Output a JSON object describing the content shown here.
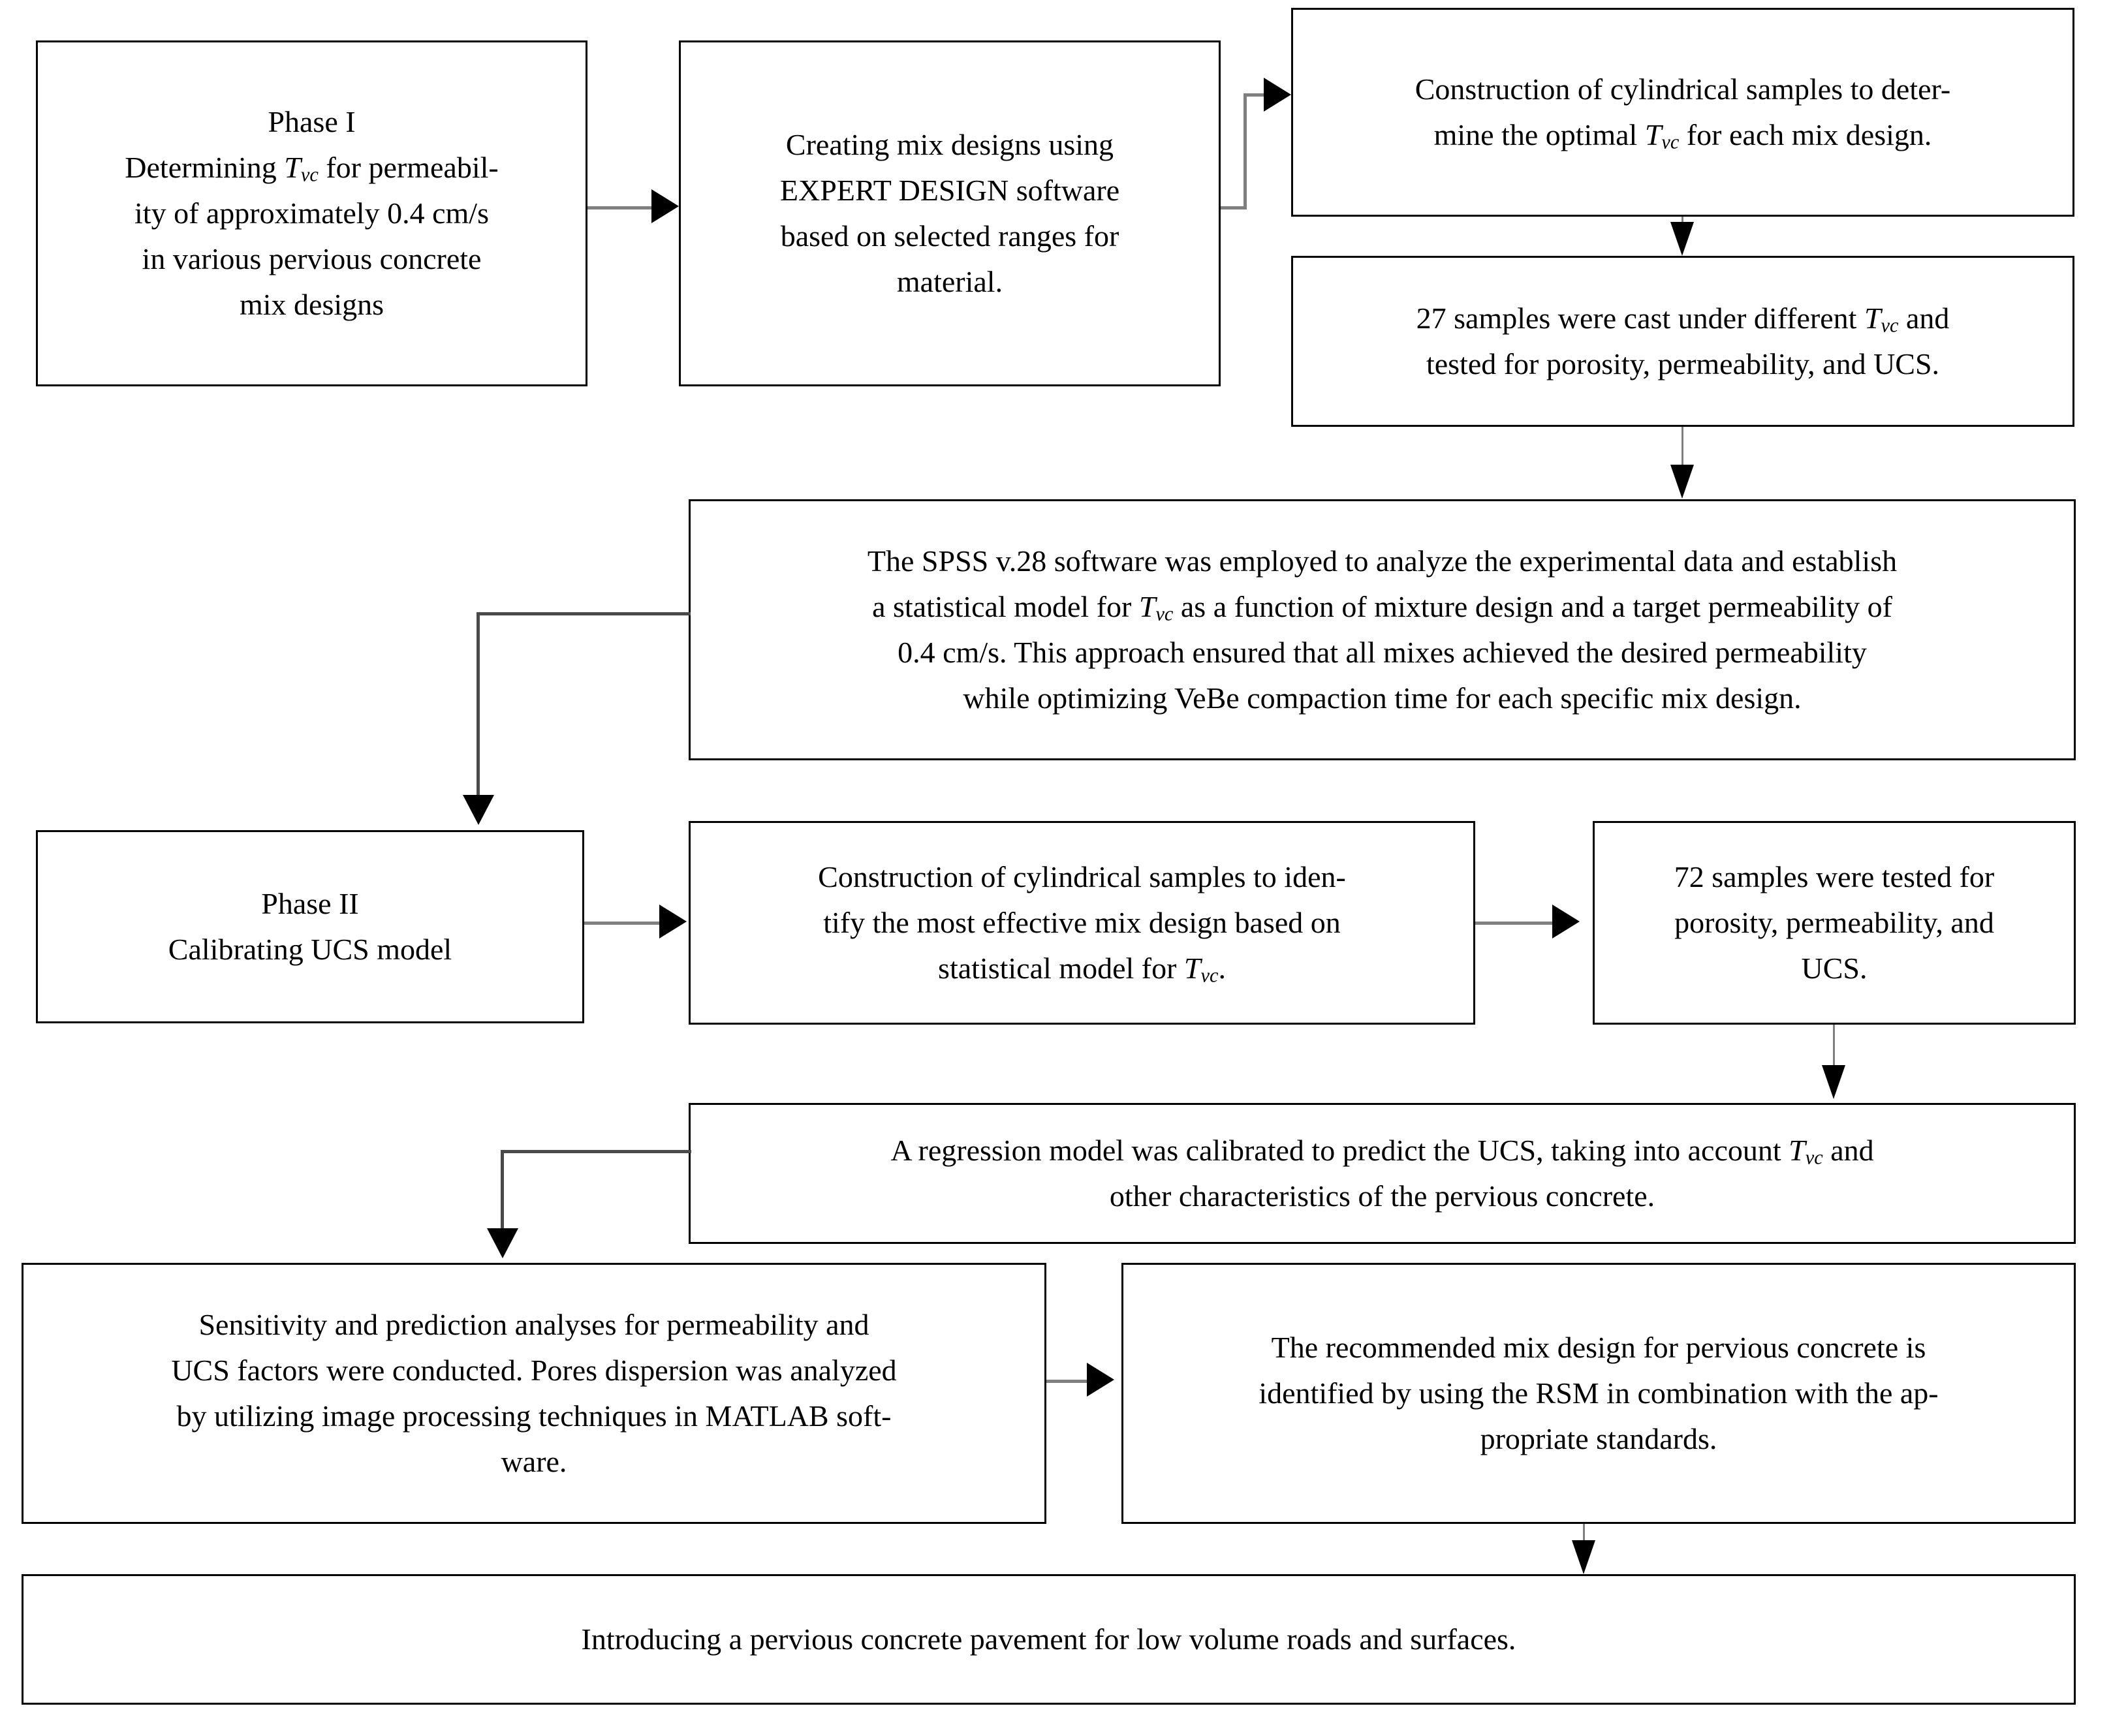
{
  "diagram": {
    "title": "Research methodology flowchart for pervious concrete mix design",
    "type": "flowchart",
    "orientation": "top-to-bottom",
    "symbol": {
      "tvc_base": "T",
      "tvc_subscript": "vc"
    },
    "colors": {
      "box_border": "#000000",
      "box_fill": "#ffffff",
      "connector_line": "#7f7f7f",
      "arrowhead": "#000000",
      "text": "#000000"
    },
    "nodes": [
      {
        "id": "phase1",
        "name": "phase-1-box",
        "lines": [
          {
            "text": "Phase I"
          },
          {
            "pre": "Determining ",
            "sym": true,
            "post": " for permeabil-"
          },
          {
            "text": "ity of approximately 0.4 cm/s"
          },
          {
            "text": "in various pervious concrete"
          },
          {
            "text": "mix designs"
          }
        ]
      },
      {
        "id": "mixdesign",
        "name": "create-mix-designs-box",
        "lines": [
          {
            "text": "Creating mix designs using"
          },
          {
            "text": "EXPERT DESIGN software"
          },
          {
            "text": "based on selected ranges for"
          },
          {
            "text": "material."
          }
        ]
      },
      {
        "id": "construct1",
        "name": "construct-cylindrical-samples-phase1-box",
        "lines": [
          {
            "text": "Construction of cylindrical samples to deter-"
          },
          {
            "pre": "mine the optimal ",
            "sym": true,
            "post": " for each mix design."
          }
        ]
      },
      {
        "id": "samples27",
        "name": "twentyseven-samples-box",
        "lines": [
          {
            "pre": "27 samples were cast under different ",
            "sym": true,
            "post": " and"
          },
          {
            "text": "tested for porosity, permeability, and UCS."
          }
        ]
      },
      {
        "id": "spss",
        "name": "spss-analysis-box",
        "lines": [
          {
            "text": "The SPSS v.28 software was employed to analyze the experimental data and establish"
          },
          {
            "pre": "a statistical model for ",
            "sym": true,
            "post": " as a function of mixture design and a target permeability of"
          },
          {
            "text": "0.4 cm/s. This approach ensured that all mixes achieved the desired permeability"
          },
          {
            "text": "while optimizing VeBe compaction time for each specific mix design."
          }
        ]
      },
      {
        "id": "phase2",
        "name": "phase-2-box",
        "lines": [
          {
            "text": "Phase II"
          },
          {
            "text": "Calibrating UCS model"
          }
        ]
      },
      {
        "id": "construct2",
        "name": "construct-cylindrical-samples-phase2-box",
        "lines": [
          {
            "text": "Construction of cylindrical samples to iden-"
          },
          {
            "text": "tify the most effective mix design based on"
          },
          {
            "pre": "statistical model for ",
            "sym": true,
            "post": "."
          }
        ]
      },
      {
        "id": "samples72",
        "name": "seventytwo-samples-box",
        "lines": [
          {
            "text": "72 samples were tested for"
          },
          {
            "text": "porosity, permeability, and"
          },
          {
            "text": "UCS."
          }
        ]
      },
      {
        "id": "regression",
        "name": "regression-model-box",
        "lines": [
          {
            "pre": "A regression model was calibrated to predict the UCS, taking into account ",
            "sym": true,
            "post": " and"
          },
          {
            "text": "other characteristics of the pervious concrete."
          }
        ]
      },
      {
        "id": "sensitivity",
        "name": "sensitivity-analysis-box",
        "lines": [
          {
            "text": "Sensitivity and prediction analyses for permeability and"
          },
          {
            "text": "UCS factors were conducted. Pores dispersion was analyzed"
          },
          {
            "text": "by utilizing image processing techniques in MATLAB soft-"
          },
          {
            "text": "ware."
          }
        ]
      },
      {
        "id": "recommended",
        "name": "recommended-mix-design-box",
        "lines": [
          {
            "text": "The recommended mix design for pervious concrete is"
          },
          {
            "text": "identified by using the RSM in combination with the ap-"
          },
          {
            "text": "propriate standards."
          }
        ]
      },
      {
        "id": "conclusion",
        "name": "conclusion-box",
        "lines": [
          {
            "text": "Introducing a pervious concrete pavement for low volume roads and surfaces."
          }
        ]
      }
    ],
    "edges": [
      {
        "name": "edge-phase1-to-mixdesign",
        "from": "phase1",
        "to": "mixdesign",
        "kind": "horizontal-arrow"
      },
      {
        "name": "edge-mixdesign-to-construct1",
        "from": "mixdesign",
        "to": "construct1",
        "kind": "elbow-right-up-arrow"
      },
      {
        "name": "edge-construct1-to-samples27",
        "from": "construct1",
        "to": "samples27",
        "kind": "vertical-arrow"
      },
      {
        "name": "edge-samples27-to-spss",
        "from": "samples27",
        "to": "spss",
        "kind": "vertical-arrow"
      },
      {
        "name": "edge-spss-to-phase2",
        "from": "spss",
        "to": "phase2",
        "kind": "elbow-left-down-arrow"
      },
      {
        "name": "edge-phase2-to-construct2",
        "from": "phase2",
        "to": "construct2",
        "kind": "horizontal-arrow"
      },
      {
        "name": "edge-construct2-to-samples72",
        "from": "construct2",
        "to": "samples72",
        "kind": "horizontal-arrow"
      },
      {
        "name": "edge-samples72-to-regression",
        "from": "samples72",
        "to": "regression",
        "kind": "vertical-arrow"
      },
      {
        "name": "edge-regression-to-sensitivity",
        "from": "regression",
        "to": "sensitivity",
        "kind": "elbow-left-down-arrow"
      },
      {
        "name": "edge-sensitivity-to-recommended",
        "from": "sensitivity",
        "to": "recommended",
        "kind": "horizontal-arrow"
      },
      {
        "name": "edge-recommended-to-conclusion",
        "from": "recommended",
        "to": "conclusion",
        "kind": "vertical-arrow"
      }
    ]
  }
}
